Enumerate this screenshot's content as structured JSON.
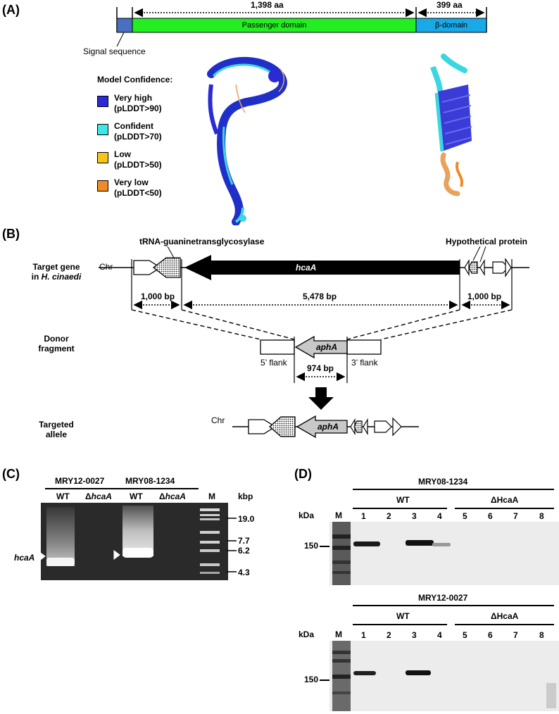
{
  "panels": {
    "a": "(A)",
    "b": "(B)",
    "c": "(C)",
    "d": "(D)"
  },
  "panel_a": {
    "len_passenger": "1,398 aa",
    "len_beta": "399 aa",
    "passenger_label": "Passenger domain",
    "beta_label": "β-domain",
    "signal_label": "Signal sequence",
    "legend_title": "Model Confidence:",
    "legend": [
      {
        "line1": "Very high",
        "line2": "(pLDDT>90)",
        "color": "#2a2ad6"
      },
      {
        "line1": "Confident",
        "line2": "(pLDDT>70)",
        "color": "#3ee6e6"
      },
      {
        "line1": "Low",
        "line2": "(pLDDT>50)",
        "color": "#f5c518"
      },
      {
        "line1": "Very low",
        "line2": "(pLDDT<50)",
        "color": "#f08a24"
      }
    ],
    "colors": {
      "passenger": "#22ee22",
      "beta": "#19a9e6",
      "signal": "#4a6fc0"
    }
  },
  "panel_b": {
    "trna_label": "tRNA-guaninetransglycosylase",
    "hypo_label": "Hypothetical protein",
    "target_line1": "Target gene",
    "target_line2": "in ",
    "target_species": "H. cinaedi",
    "chr": "Chr",
    "hcaA": "hcaA",
    "flank_left_len": "1,000 bp",
    "gene_len": "5,478 bp",
    "flank_right_len": "1,000 bp",
    "donor_line1": "Donor",
    "donor_line2": "fragment",
    "aphA": "aphA",
    "flank5": "5’ flank",
    "flank3": "3’ flank",
    "aphA_len": "974 bp",
    "allele_line1": "Targeted",
    "allele_line2": "allele",
    "chr2": "Chr",
    "aphA2": "aphA"
  },
  "panel_c": {
    "strain1": "MRY12-0027",
    "strain2": "MRY08-1234",
    "wt": "WT",
    "delta": "Δ",
    "gene": "hcaA",
    "m": "M",
    "kbp": "kbp",
    "markers": [
      "19.0",
      "7.7",
      "6.2",
      "4.3"
    ],
    "band_label": "hcaA"
  },
  "panel_d": {
    "strain_top": "MRY08-1234",
    "strain_bottom": "MRY12-0027",
    "wt": "WT",
    "mutant": "ΔHcaA",
    "kda": "kDa",
    "m": "M",
    "lanes": [
      "1",
      "2",
      "3",
      "4",
      "5",
      "6",
      "7",
      "8"
    ],
    "marker": "150"
  }
}
